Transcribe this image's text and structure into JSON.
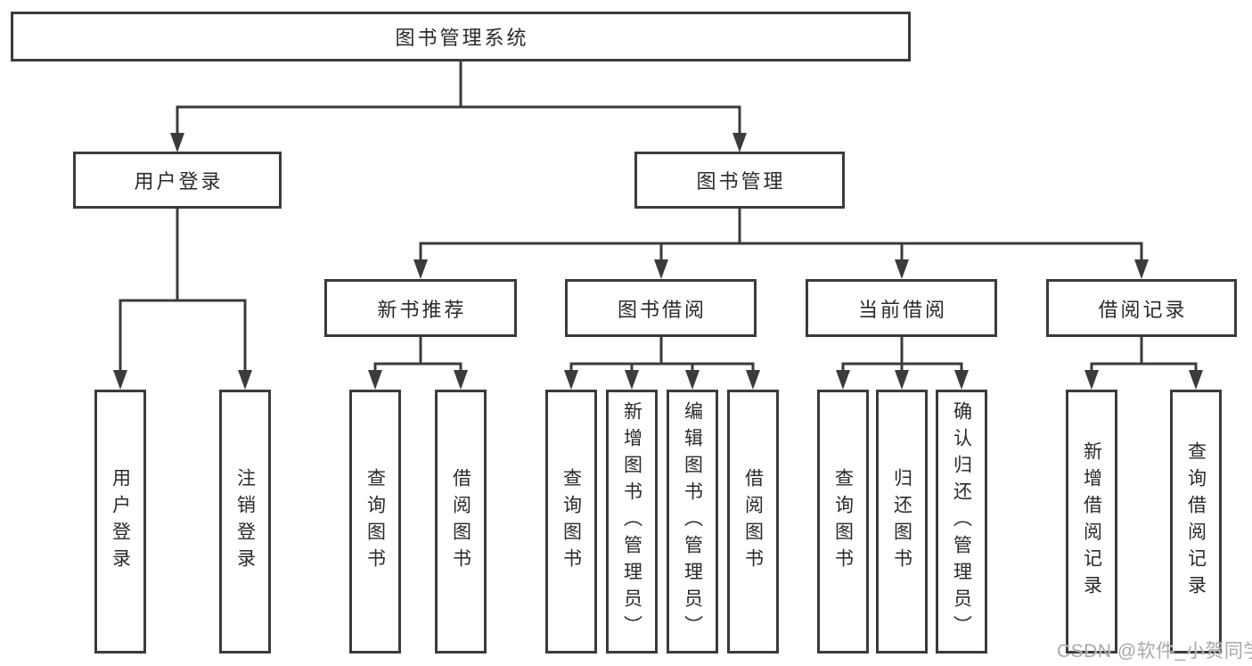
{
  "diagram": {
    "root": {
      "label": "图书管理系统"
    },
    "level2": {
      "user_login": {
        "label": "用户登录"
      },
      "book_mgmt": {
        "label": "图书管理"
      }
    },
    "level3": {
      "new_book_rec": {
        "label": "新书推荐"
      },
      "book_borrow": {
        "label": "图书借阅"
      },
      "current_borrow": {
        "label": "当前借阅"
      },
      "borrow_records": {
        "label": "借阅记录"
      }
    },
    "leaves": {
      "user_login": {
        "label": "用户登录"
      },
      "logout": {
        "label": "注销登录"
      },
      "nb_query_books": {
        "label": "查询图书"
      },
      "nb_borrow_books": {
        "label": "借阅图书"
      },
      "bb_query_books": {
        "label": "查询图书"
      },
      "bb_add_books": {
        "label": "新增图书（管理员）"
      },
      "bb_edit_books": {
        "label": "编辑图书（管理员）"
      },
      "bb_borrow_books": {
        "label": "借阅图书"
      },
      "cb_query_books": {
        "label": "查询图书"
      },
      "cb_return_books": {
        "label": "归还图书"
      },
      "cb_confirm_return": {
        "label": "确认归还（管理员）"
      },
      "br_add_record": {
        "label": "新增借阅记录"
      },
      "br_query_record": {
        "label": "查询借阅记录"
      }
    }
  },
  "watermark": {
    "text": "CSDN @软件_小贺同学"
  },
  "colors": {
    "line": "#3b3b3b",
    "border": "#3b3b3b",
    "text": "#2a2a2a",
    "background": "#ffffff",
    "watermark": "#a9a9a9"
  }
}
